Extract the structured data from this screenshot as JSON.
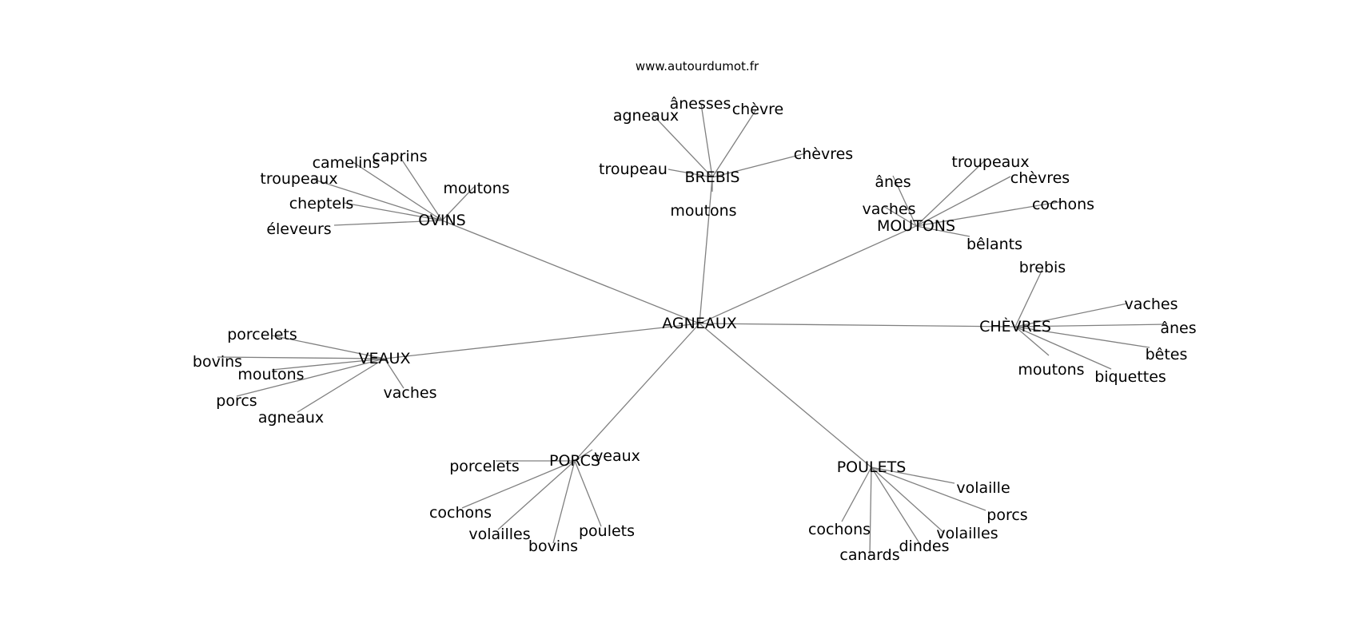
{
  "site": "www.autourdumot.fr",
  "colors": {
    "background": "#ffffff",
    "edge": "#808080",
    "text": "#000000"
  },
  "graph": {
    "center": "AGNEAUX",
    "hubs": [
      {
        "id": "ovins",
        "label": "OVINS",
        "leaves": [
          "caprins",
          "camelins",
          "troupeaux",
          "moutons",
          "cheptels",
          "éleveurs"
        ]
      },
      {
        "id": "brebis",
        "label": "BREBIS",
        "leaves": [
          "ânesses",
          "agneaux",
          "chèvre",
          "chèvres",
          "troupeau",
          "moutons"
        ]
      },
      {
        "id": "moutons",
        "label": "MOUTONS",
        "leaves": [
          "troupeaux",
          "ânes",
          "chèvres",
          "vaches",
          "cochons",
          "bêlants"
        ]
      },
      {
        "id": "chevres",
        "label": "CHÈVRES",
        "leaves": [
          "brebis",
          "vaches",
          "ânes",
          "bêtes",
          "moutons",
          "biquettes"
        ]
      },
      {
        "id": "veaux",
        "label": "VEAUX",
        "leaves": [
          "porcelets",
          "bovins",
          "moutons",
          "porcs",
          "vaches",
          "agneaux"
        ]
      },
      {
        "id": "porcs",
        "label": "PORCS",
        "leaves": [
          "veaux",
          "porcelets",
          "cochons",
          "volailles",
          "bovins",
          "poulets"
        ]
      },
      {
        "id": "poulets",
        "label": "POULETS",
        "leaves": [
          "volaille",
          "porcs",
          "cochons",
          "volailles",
          "dindes",
          "canards"
        ]
      }
    ]
  }
}
